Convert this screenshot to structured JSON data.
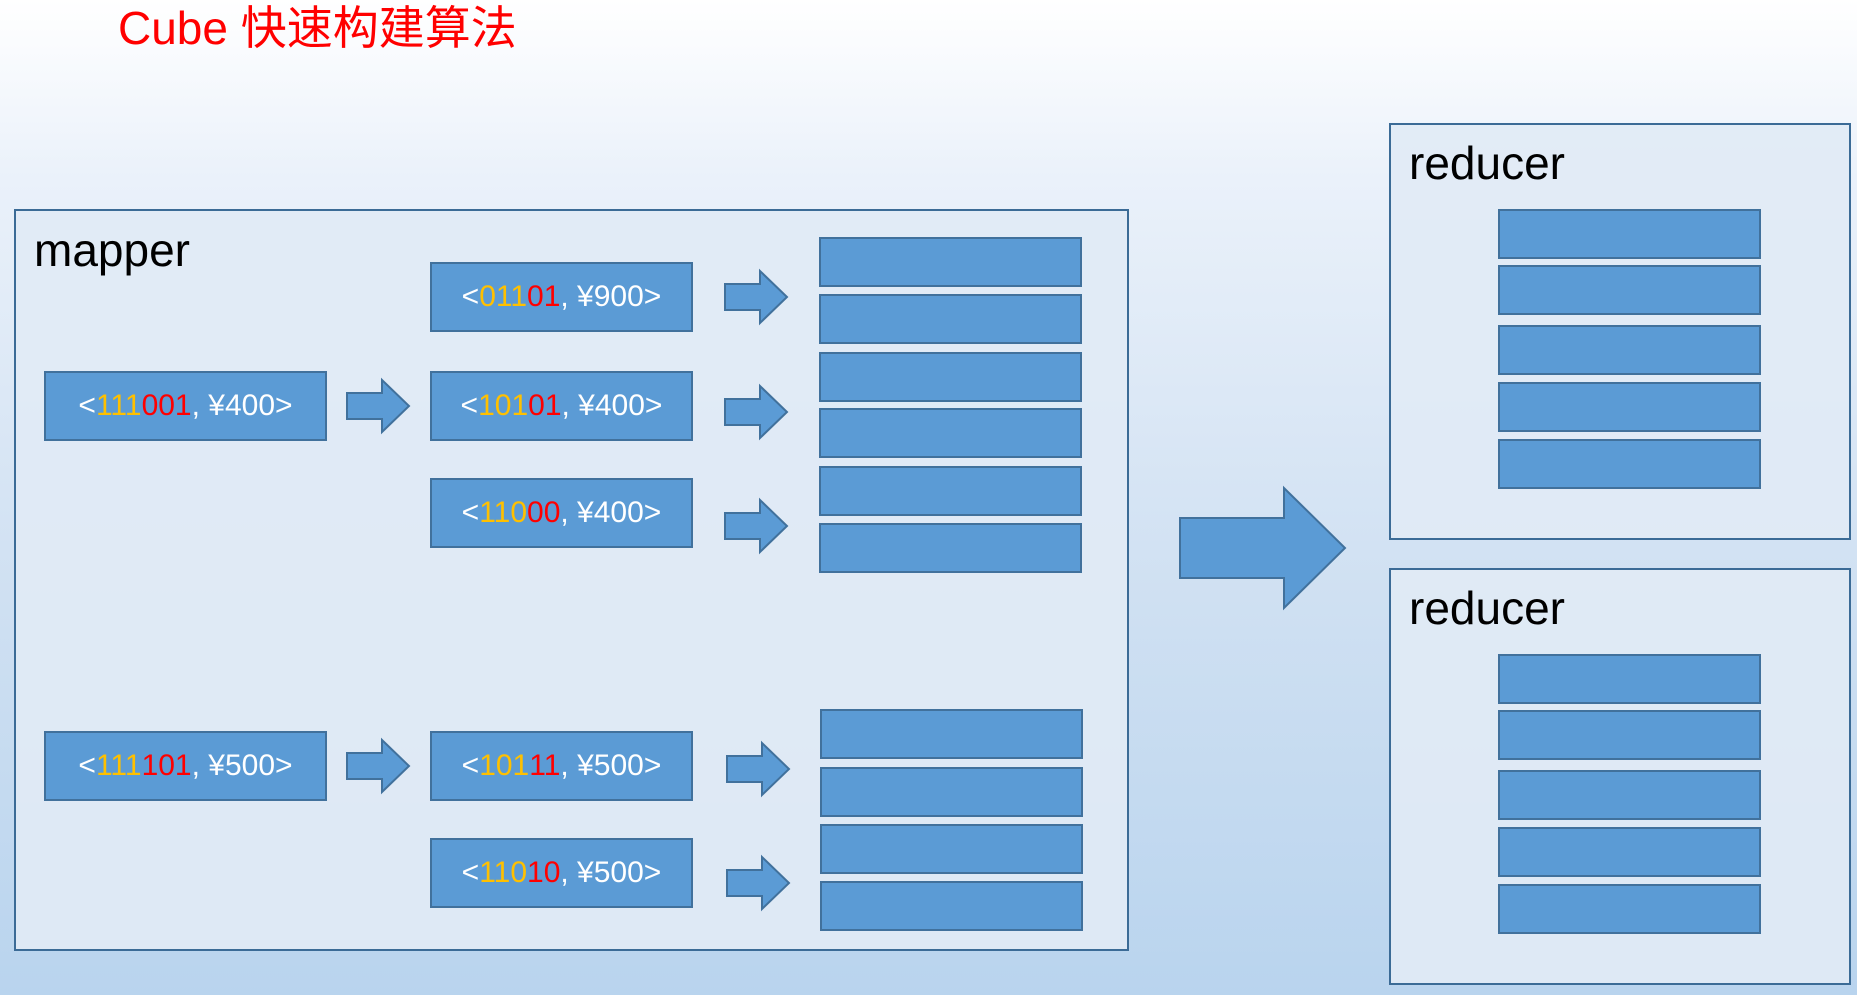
{
  "title": "Cube 快速构建算法",
  "mapper": {
    "label": "mapper",
    "inputs": [
      {
        "open": "<",
        "key_yellow": "111",
        "key_red": "001",
        "value": ", ¥400>"
      },
      {
        "open": "<",
        "key_yellow": "111",
        "key_red": "101",
        "value": ", ¥500>"
      }
    ],
    "outputs": [
      {
        "open": "<",
        "key_yellow": "011",
        "key_red": "01",
        "value": ", ¥900>"
      },
      {
        "open": "<",
        "key_yellow": "101",
        "key_red": "01",
        "value": ", ¥400>"
      },
      {
        "open": "<",
        "key_yellow": "110",
        "key_red": "00",
        "value": ", ¥400>"
      },
      {
        "open": "<",
        "key_yellow": "101",
        "key_red": "11",
        "value": ", ¥500>"
      },
      {
        "open": "<",
        "key_yellow": "110",
        "key_red": "10",
        "value": ", ¥500>"
      }
    ]
  },
  "reducers": [
    {
      "label": "reducer"
    },
    {
      "label": "reducer"
    }
  ],
  "colors": {
    "title": "#ff0000",
    "box_fill": "#5b9bd5",
    "box_border": "#41719c",
    "key_yellow": "#ffc000",
    "key_red": "#ff0000",
    "panel_border": "#3b6b96"
  }
}
